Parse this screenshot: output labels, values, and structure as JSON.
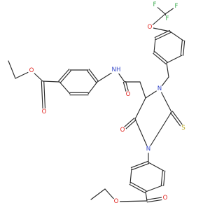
{
  "diagram": {
    "type": "chemical-structure",
    "colors": {
      "bond": "#2b2b2b",
      "O": "#e0221d",
      "N": "#3346c8",
      "S": "#b5a21a",
      "F": "#38a94c",
      "background": "#ffffff"
    },
    "atoms": [
      {
        "id": "o_ester_carbonyl_top",
        "text": "O",
        "element": "O"
      },
      {
        "id": "o_ester_ether_top",
        "text": "O",
        "element": "O"
      },
      {
        "id": "nh_amide",
        "text": "NH",
        "element": "N"
      },
      {
        "id": "o_amide",
        "text": "O",
        "element": "O"
      },
      {
        "id": "n_ring_benzyl",
        "text": "N",
        "element": "N"
      },
      {
        "id": "o_ring_carbonyl",
        "text": "O",
        "element": "O"
      },
      {
        "id": "s_thione",
        "text": "S",
        "element": "S"
      },
      {
        "id": "n_ring_aryl",
        "text": "N",
        "element": "N"
      },
      {
        "id": "o_aryl_ether",
        "text": "O",
        "element": "O"
      },
      {
        "id": "f_1",
        "text": "F",
        "element": "F"
      },
      {
        "id": "f_2",
        "text": "F",
        "element": "F"
      },
      {
        "id": "f_3",
        "text": "F",
        "element": "F"
      },
      {
        "id": "o_ester_carbonyl_bottom",
        "text": "O",
        "element": "O"
      },
      {
        "id": "o_ester_ether_bottom",
        "text": "O",
        "element": "O"
      }
    ]
  }
}
